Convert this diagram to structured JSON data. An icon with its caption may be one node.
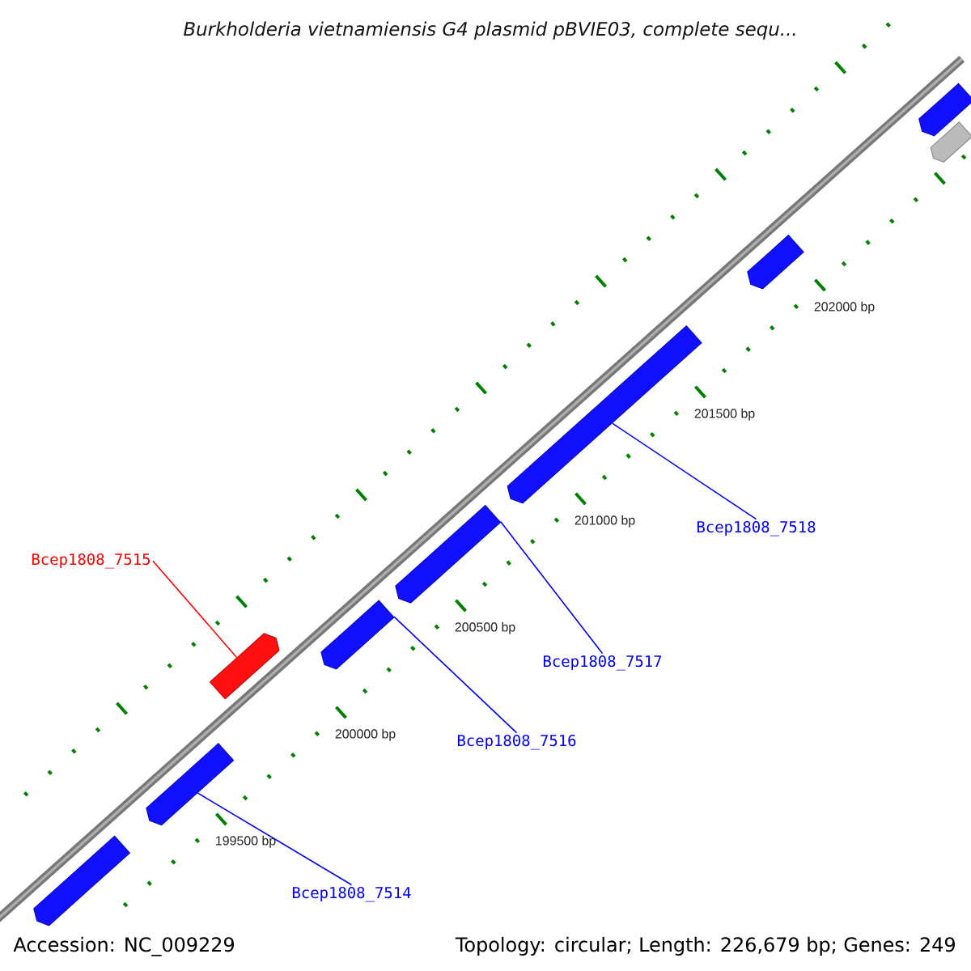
{
  "diagram": {
    "title": "Burkholderia vietnamiensis G4 plasmid pBVIE03, complete sequ...",
    "nodes": [
      {
        "text": [
          "Bcep1808_7515"
        ]
      },
      {
        "text": [
          "Bcep1808_7516"
        ]
      },
      {
        "text": [
          "Bcep1808_7517"
        ]
      },
      {
        "text": [
          "Bcep1808_7518"
        ]
      },
      {
        "text": [
          "Bcep1808_7514"
        ]
      },
      {
        "text": [],
        "shape": "bar"
      },
      {
        "text": [],
        "shape": "bar"
      },
      {
        "text": [],
        "shape": "bar"
      },
      {
        "text": [],
        "shape": "bar"
      },
      {
        "text": [],
        "shape": "bar"
      },
      {
        "text": [],
        "shape": "bar"
      },
      {
        "text": [],
        "shape": "bar"
      },
      {
        "text": [],
        "shape": "bar"
      },
      {
        "text": [],
        "shape": "bar"
      }
    ],
    "edges": [
      {
        "from": 0,
        "to": 7,
        "arrow": "none",
        "color": "#ff0000"
      },
      {
        "from": 1,
        "to": 8,
        "arrow": "none"
      },
      {
        "from": 2,
        "to": 9,
        "arrow": "none"
      },
      {
        "from": 3,
        "to": 10,
        "arrow": "none"
      },
      {
        "from": 4,
        "to": 6,
        "arrow": "none"
      }
    ],
    "labels": [
      "202000 bp",
      "201500 bp",
      "201000 bp",
      "200500 bp",
      "200000 bp",
      "199500 bp",
      "Accession: NC_009229",
      "Topology: circular; Length: 226,679 bp; Genes: 249"
    ]
  }
}
